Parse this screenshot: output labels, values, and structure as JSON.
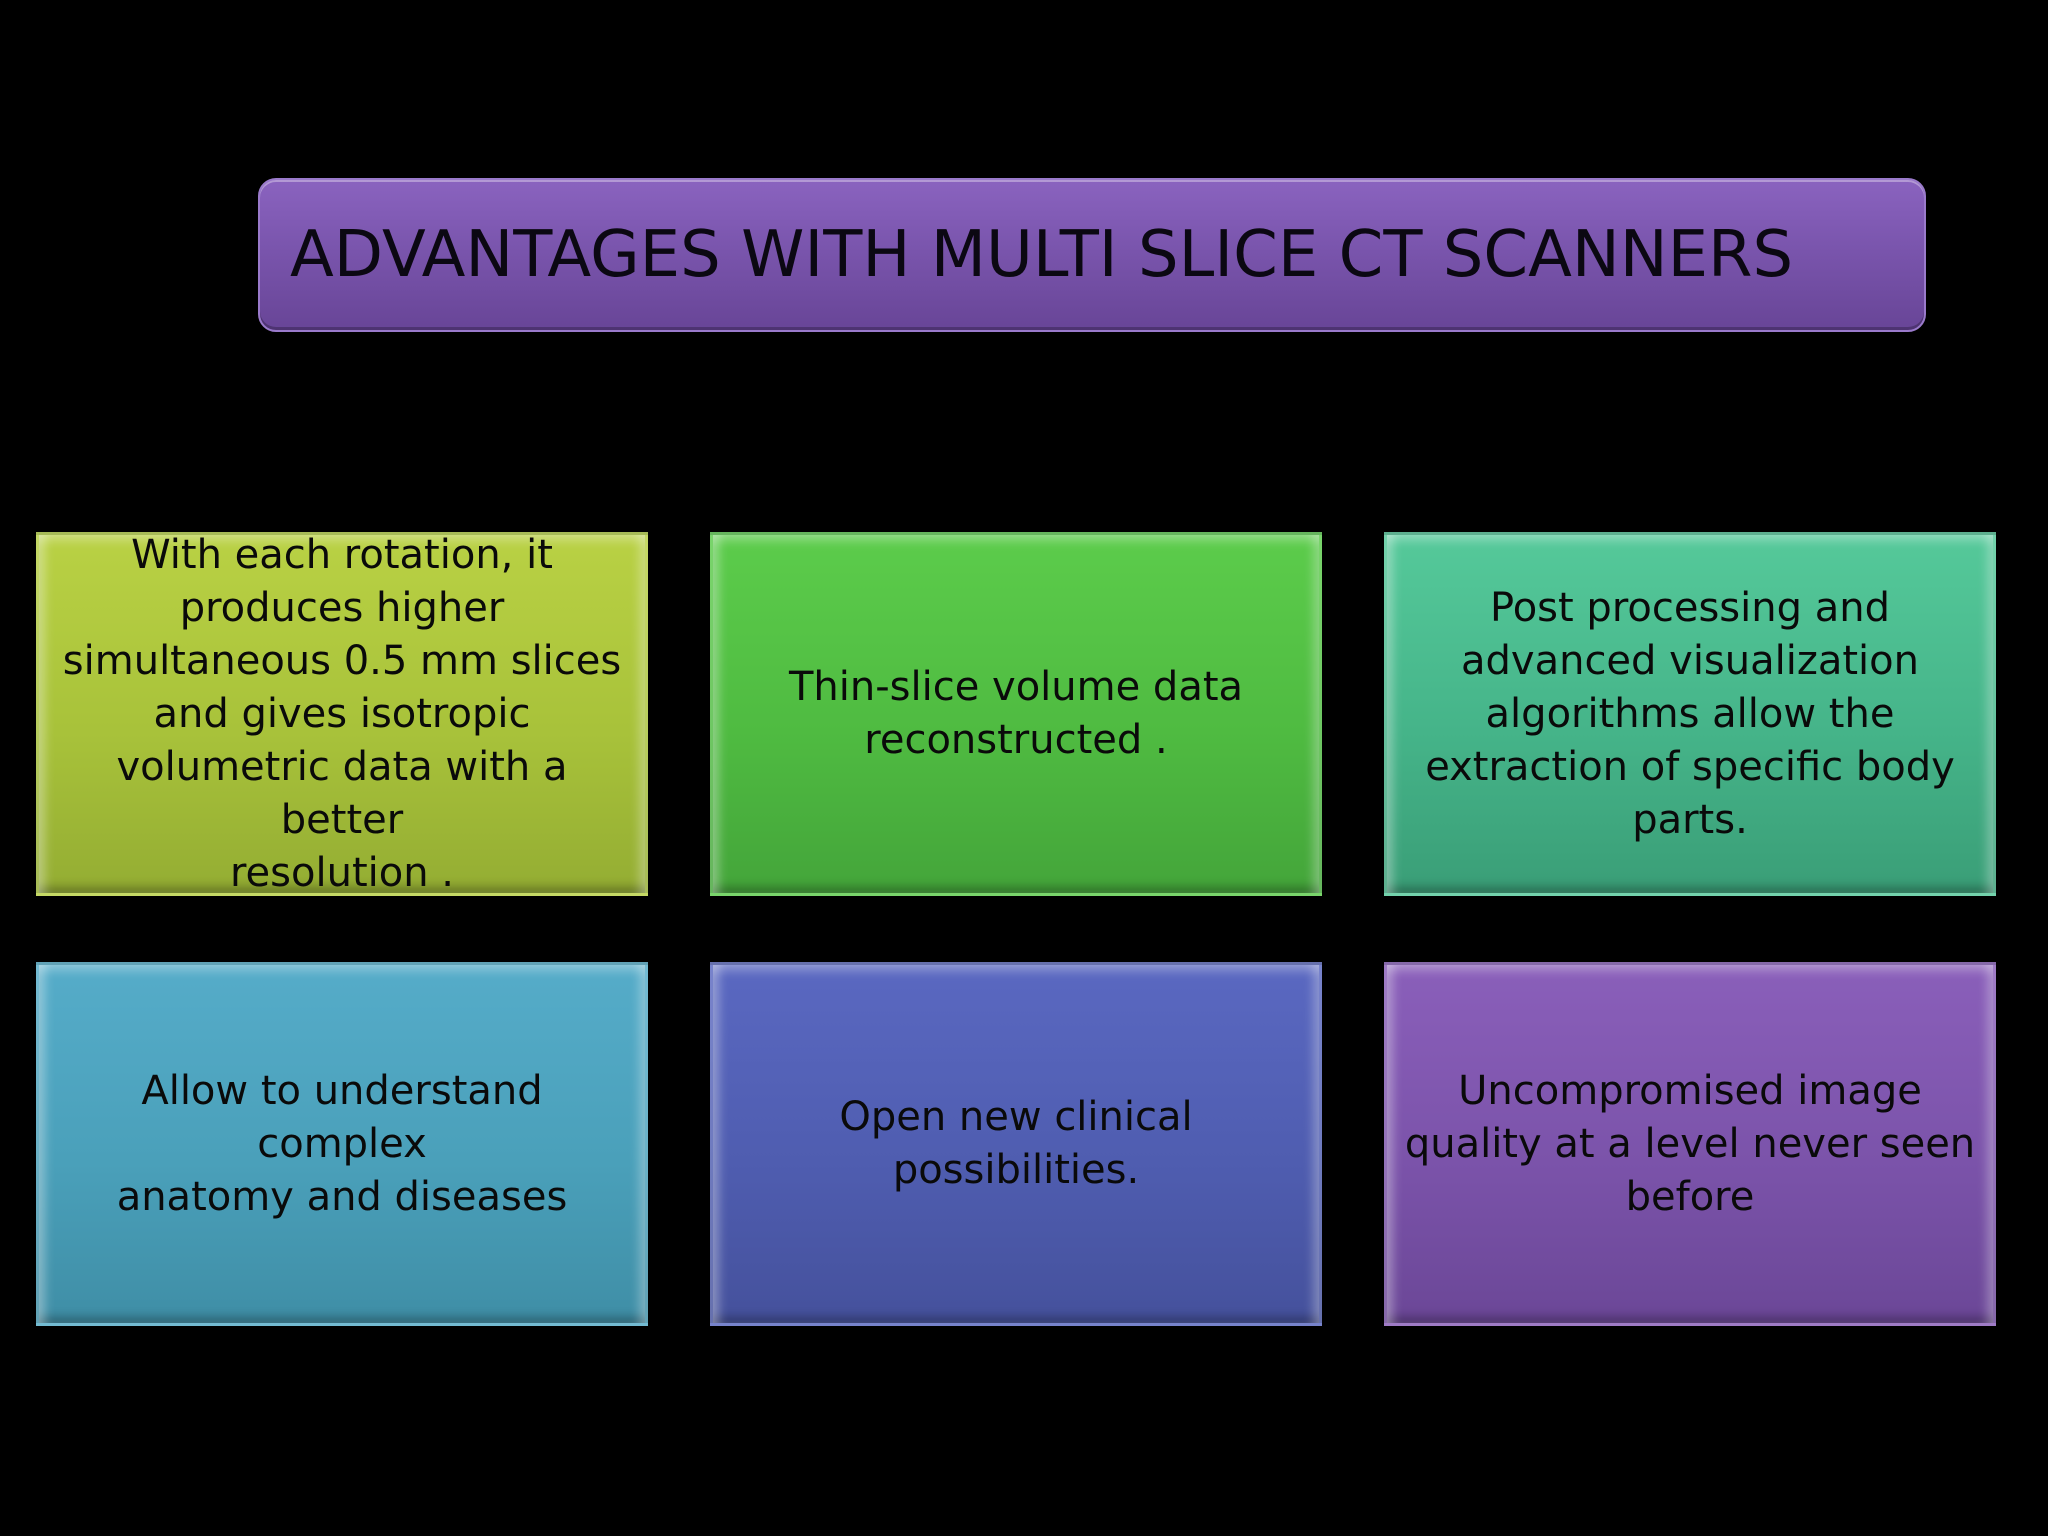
{
  "title": "ADVANTAGES WITH MULTI SLICE CT SCANNERS",
  "boxes": [
    {
      "text": "With each rotation, it\nproduces higher\nsimultaneous 0.5 mm slices\nand gives isotropic\nvolumetric data with a  better\nresolution .",
      "color": "#a8c23a"
    },
    {
      "text": "Thin-slice volume data\nreconstructed .",
      "color": "#4fbb41"
    },
    {
      "text": "Post processing and\nadvanced visualization\nalgorithms allow the\nextraction of specific body\nparts.",
      "color": "#45b489"
    },
    {
      "text": "Allow to understand complex\nanatomy and diseases",
      "color": "#4aa0ba"
    },
    {
      "text": "Open new clinical\npossibilities.",
      "color": "#4f5db0"
    },
    {
      "text": "Uncompromised image\nquality at a level never seen\nbefore",
      "color": "#7b53aa"
    }
  ],
  "colors": {
    "background": "#000000",
    "title_box": "#7a55ad"
  }
}
